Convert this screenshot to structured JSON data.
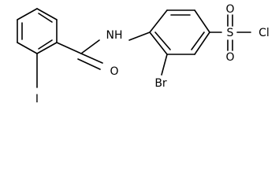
{
  "molecule": {
    "atom_labels": {
      "nh": "NH",
      "o_carbonyl": "O",
      "s": "S",
      "o_sulfonyl_top": "O",
      "o_sulfonyl_bottom": "O",
      "cl": "Cl",
      "br": "Br",
      "i": "I"
    }
  }
}
